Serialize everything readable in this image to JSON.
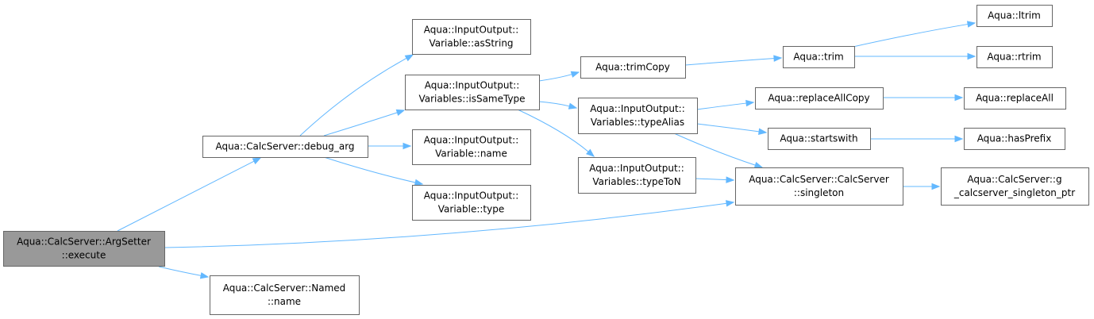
{
  "nodes": {
    "execute": {
      "lines": [
        "Aqua::CalcServer::ArgSetter",
        "::execute"
      ]
    },
    "debug_arg": {
      "lines": [
        "Aqua::CalcServer::debug_arg"
      ]
    },
    "named_name": {
      "lines": [
        "Aqua::CalcServer::Named",
        "::name"
      ]
    },
    "var_asString": {
      "lines": [
        "Aqua::InputOutput::",
        "Variable::asString"
      ]
    },
    "vars_isSameType": {
      "lines": [
        "Aqua::InputOutput::",
        "Variables::isSameType"
      ]
    },
    "var_name": {
      "lines": [
        "Aqua::InputOutput::",
        "Variable::name"
      ]
    },
    "var_type": {
      "lines": [
        "Aqua::InputOutput::",
        "Variable::type"
      ]
    },
    "trimCopy": {
      "lines": [
        "Aqua::trimCopy"
      ]
    },
    "vars_typeAlias": {
      "lines": [
        "Aqua::InputOutput::",
        "Variables::typeAlias"
      ]
    },
    "vars_typeToN": {
      "lines": [
        "Aqua::InputOutput::",
        "Variables::typeToN"
      ]
    },
    "trim": {
      "lines": [
        "Aqua::trim"
      ]
    },
    "replaceAllCopy": {
      "lines": [
        "Aqua::replaceAllCopy"
      ]
    },
    "startswith": {
      "lines": [
        "Aqua::startswith"
      ]
    },
    "singleton": {
      "lines": [
        "Aqua::CalcServer::CalcServer",
        "::singleton"
      ]
    },
    "ltrim": {
      "lines": [
        "Aqua::ltrim"
      ]
    },
    "rtrim": {
      "lines": [
        "Aqua::rtrim"
      ]
    },
    "replaceAll": {
      "lines": [
        "Aqua::replaceAll"
      ]
    },
    "hasPrefix": {
      "lines": [
        "Aqua::hasPrefix"
      ]
    },
    "g_ptr": {
      "lines": [
        "Aqua::CalcServer::g",
        "_calcserver_singleton_ptr"
      ]
    }
  },
  "edges": [
    [
      "execute",
      "debug_arg"
    ],
    [
      "execute",
      "singleton"
    ],
    [
      "execute",
      "named_name"
    ],
    [
      "debug_arg",
      "var_asString"
    ],
    [
      "debug_arg",
      "vars_isSameType"
    ],
    [
      "debug_arg",
      "var_name"
    ],
    [
      "debug_arg",
      "var_type"
    ],
    [
      "vars_isSameType",
      "trimCopy"
    ],
    [
      "vars_isSameType",
      "vars_typeAlias"
    ],
    [
      "vars_isSameType",
      "vars_typeToN"
    ],
    [
      "trimCopy",
      "trim"
    ],
    [
      "trim",
      "ltrim"
    ],
    [
      "trim",
      "rtrim"
    ],
    [
      "vars_typeAlias",
      "replaceAllCopy"
    ],
    [
      "vars_typeAlias",
      "startswith"
    ],
    [
      "vars_typeAlias",
      "singleton"
    ],
    [
      "vars_typeToN",
      "singleton"
    ],
    [
      "replaceAllCopy",
      "replaceAll"
    ],
    [
      "startswith",
      "hasPrefix"
    ],
    [
      "singleton",
      "g_ptr"
    ]
  ],
  "colors": {
    "edge": "#63b8ff",
    "node_border": "#666666",
    "root_fill": "#999999"
  }
}
